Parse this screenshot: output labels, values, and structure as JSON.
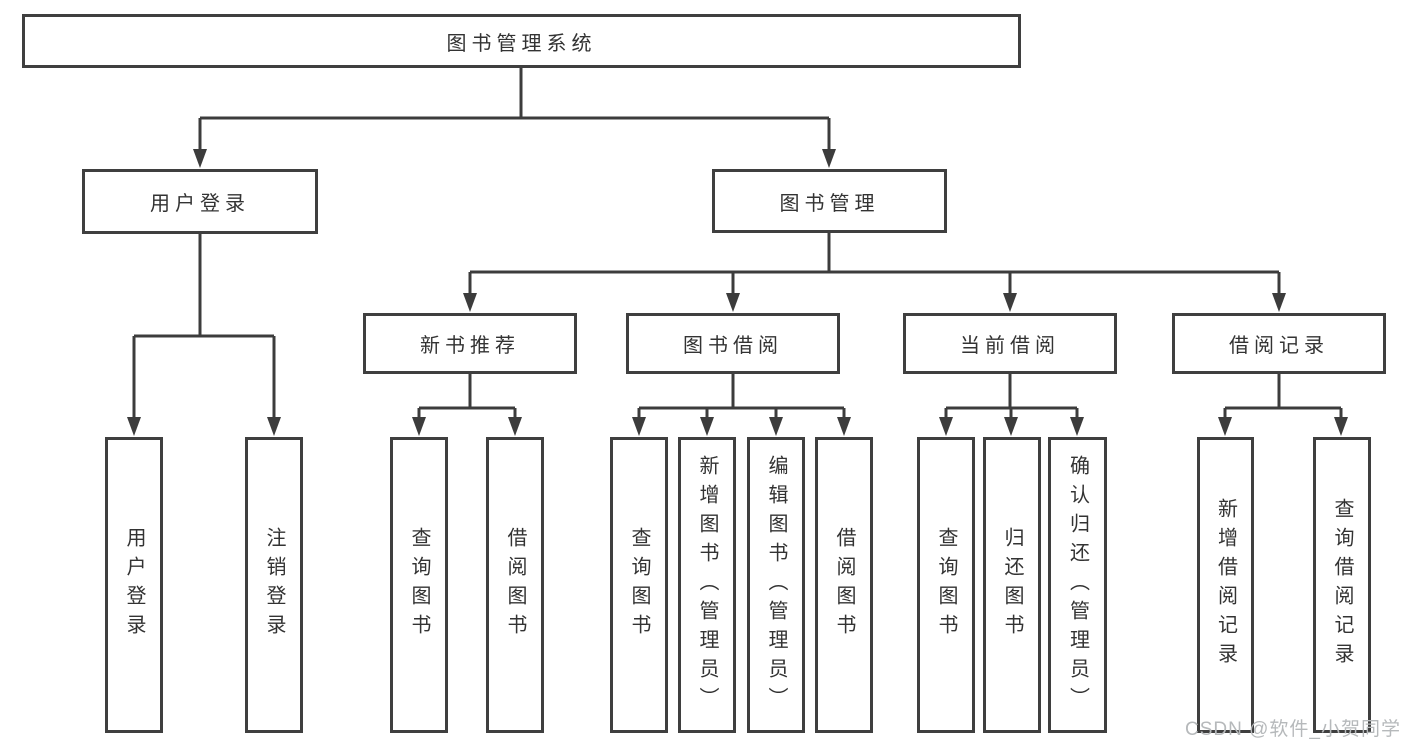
{
  "root": {
    "label": "图书管理系统"
  },
  "branches": [
    {
      "label": "用户登录",
      "children": [
        {
          "label": "用户登录"
        },
        {
          "label": "注销登录"
        }
      ]
    },
    {
      "label": "图书管理",
      "groups": [
        {
          "label": "新书推荐",
          "children": [
            {
              "label": "查询图书"
            },
            {
              "label": "借阅图书"
            }
          ]
        },
        {
          "label": "图书借阅",
          "children": [
            {
              "label": "查询图书"
            },
            {
              "label": "新增图书（管理员）"
            },
            {
              "label": "编辑图书（管理员）"
            },
            {
              "label": "借阅图书"
            }
          ]
        },
        {
          "label": "当前借阅",
          "children": [
            {
              "label": "查询图书"
            },
            {
              "label": "归还图书"
            },
            {
              "label": "确认归还（管理员）"
            }
          ]
        },
        {
          "label": "借阅记录",
          "children": [
            {
              "label": "新增借阅记录"
            },
            {
              "label": "查询借阅记录"
            }
          ]
        }
      ]
    }
  ],
  "watermark": {
    "text": "CSDN @软件_小贺同学"
  },
  "colors": {
    "line": "#3c3c3c",
    "box_border": "#3f3f3f",
    "text": "#333333",
    "watermark_text": "#b6b9bb",
    "background": "#ffffff"
  }
}
